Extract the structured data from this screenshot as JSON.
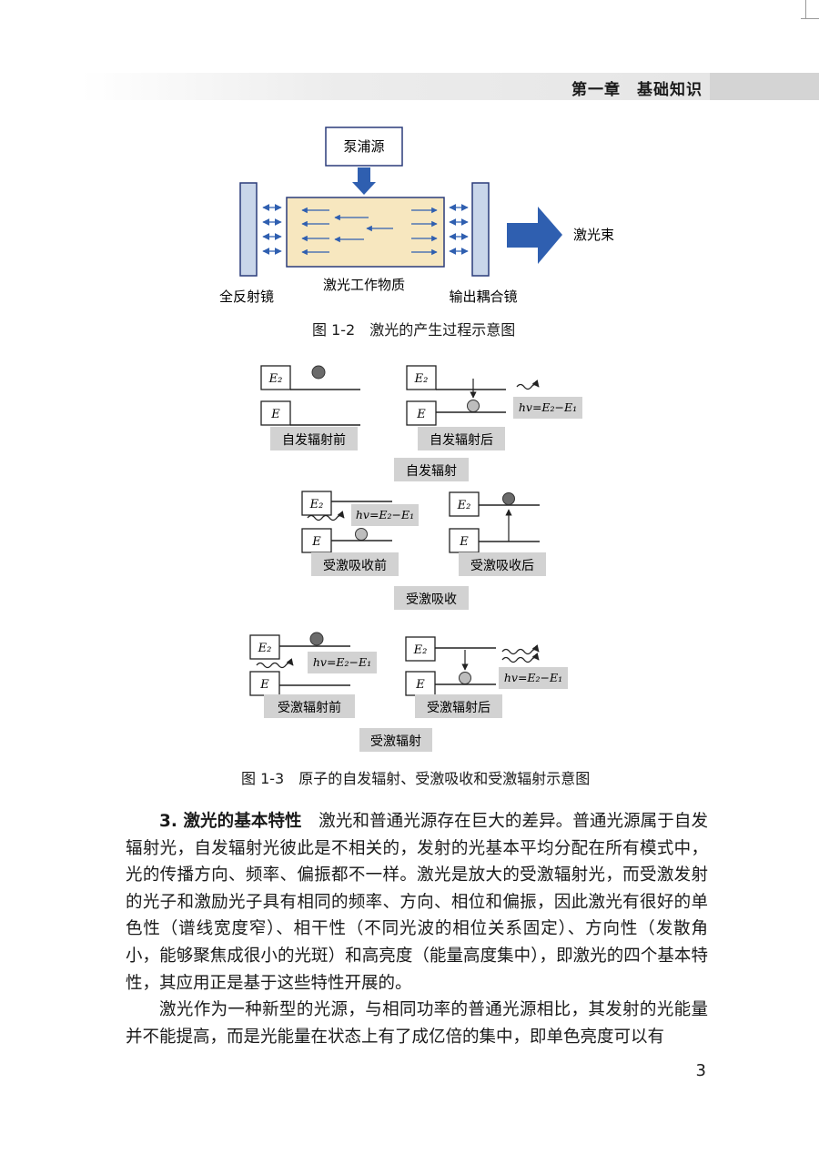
{
  "header": {
    "chapter_title": "第一章　基础知识"
  },
  "figure_1_2": {
    "pump_label": "泵浦源",
    "mirror_left_label": "全反射镜",
    "medium_label": "激光工作物质",
    "mirror_right_label": "输出耦合镜",
    "beam_label": "激光束",
    "caption": "图 1-2　激光的产生过程示意图",
    "colors": {
      "medium_fill": "#f7e7bf",
      "mirror_fill": "#c9d6ea",
      "arrow_blue": "#2f5fb0",
      "border": "#2a3b7a"
    }
  },
  "figure_1_3": {
    "level_upper": "E₂",
    "level_lower": "E",
    "photon_formula": "hv=E₂−E₁",
    "spont_before": "自发辐射前",
    "spont_after": "自发辐射后",
    "spont_title": "自发辐射",
    "abs_before": "受激吸收前",
    "abs_after": "受激吸收后",
    "abs_title": "受激吸收",
    "stim_before": "受激辐射前",
    "stim_after": "受激辐射后",
    "stim_title": "受激辐射",
    "caption": "图 1-3　原子的自发辐射、受激吸收和受激辐射示意图",
    "colors": {
      "label_bg": "#d2d2d2",
      "electron_fill": "#6b6b6b",
      "electron_hollow": "#bdbdbd"
    }
  },
  "body": {
    "section_head": "3. 激光的基本特性",
    "paragraph_1": "激光和普通光源存在巨大的差异。普通光源属于自发辐射光，自发辐射光彼此是不相关的，发射的光基本平均分配在所有模式中，光的传播方向、频率、偏振都不一样。激光是放大的受激辐射光，而受激发射的光子和激励光子具有相同的频率、方向、相位和偏振，因此激光有很好的单色性（谱线宽度窄）、相干性（不同光波的相位关系固定）、方向性（发散角小，能够聚焦成很小的光斑）和高亮度（能量高度集中），即激光的四个基本特性，其应用正是基于这些特性开展的。",
    "paragraph_2": "激光作为一种新型的光源，与相同功率的普通光源相比，其发射的光能量并不能提高，而是光能量在状态上有了成亿倍的集中，即单色亮度可以有"
  },
  "footer": {
    "page_number": "3"
  }
}
